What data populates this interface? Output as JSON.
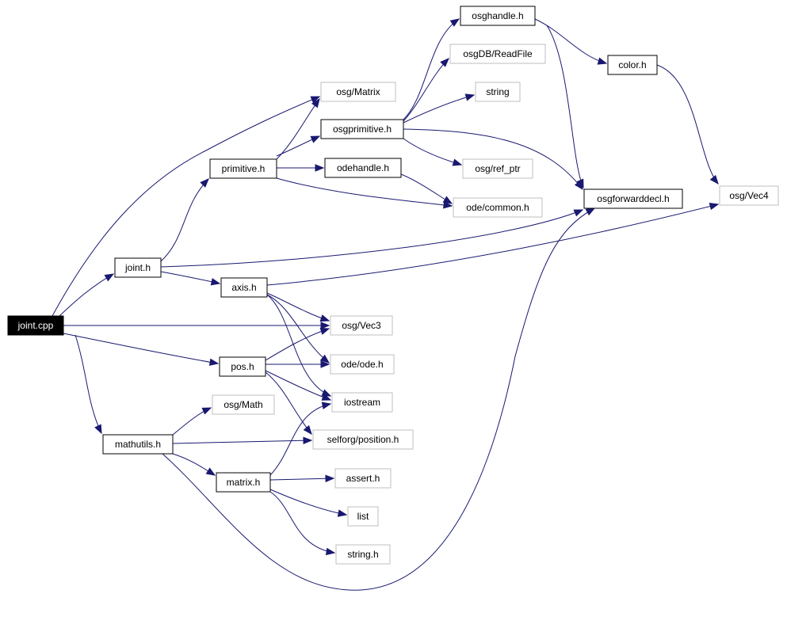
{
  "graph": {
    "colors": {
      "edge": "#191970",
      "node_border": "#000000",
      "external_border": "#bfbfbf",
      "root_fill": "#000000",
      "root_text": "#ffffff"
    },
    "nodes": {
      "joint_cpp": "joint.cpp",
      "joint_h": "joint.h",
      "primitive_h": "primitive.h",
      "osg_matrix": "osg/Matrix",
      "osgprimitive_h": "osgprimitive.h",
      "osghandle_h": "osghandle.h",
      "osgdb_readfile": "osgDB/ReadFile",
      "string": "string",
      "color_h": "color.h",
      "osg_ref_ptr": "osg/ref_ptr",
      "odehandle_h": "odehandle.h",
      "ode_common_h": "ode/common.h",
      "osgforwarddecl_h": "osgforwarddecl.h",
      "osg_vec4": "osg/Vec4",
      "axis_h": "axis.h",
      "osg_vec3": "osg/Vec3",
      "pos_h": "pos.h",
      "ode_ode_h": "ode/ode.h",
      "iostream": "iostream",
      "osg_math": "osg/Math",
      "mathutils_h": "mathutils.h",
      "selforg_position_h": "selforg/position.h",
      "matrix_h": "matrix.h",
      "assert_h": "assert.h",
      "list": "list",
      "string_h": "string.h"
    }
  }
}
